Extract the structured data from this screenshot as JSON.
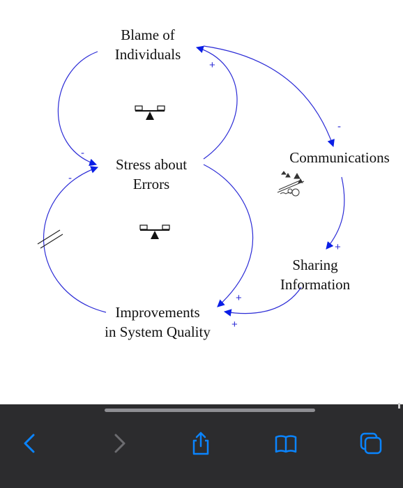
{
  "diagram": {
    "nodes": {
      "blame": {
        "line1": "Blame of",
        "line2": "Individuals"
      },
      "stress": {
        "line1": "Stress about",
        "line2": "Errors"
      },
      "communications": {
        "label": "Communications"
      },
      "sharing": {
        "line1": "Sharing",
        "line2": "Information"
      },
      "improvements": {
        "line1": "Improvements",
        "line2": "in System Quality"
      }
    },
    "polarities": {
      "stress_to_blame": "+",
      "blame_to_communications": "-",
      "communications_to_sharing": "+",
      "sharing_to_improvements": "+",
      "stress_to_improvements": "+",
      "blame_to_stress": "-",
      "improvements_to_stress": "-"
    },
    "loop_icons": [
      "balancing-loop-icon",
      "balancing-loop-icon",
      "reinforcing-loop-icon"
    ],
    "delay_mark": "delay-marker",
    "link_color": "#2b2bd6",
    "arrowhead_color": "#0a1ee6"
  },
  "toolbar": {
    "background": "#2c2c2e",
    "buttons": [
      "back-icon",
      "forward-icon",
      "share-icon",
      "bookmarks-icon",
      "tabs-icon"
    ],
    "active_color": "#0a84ff",
    "disabled_color": "#6c6c70"
  }
}
